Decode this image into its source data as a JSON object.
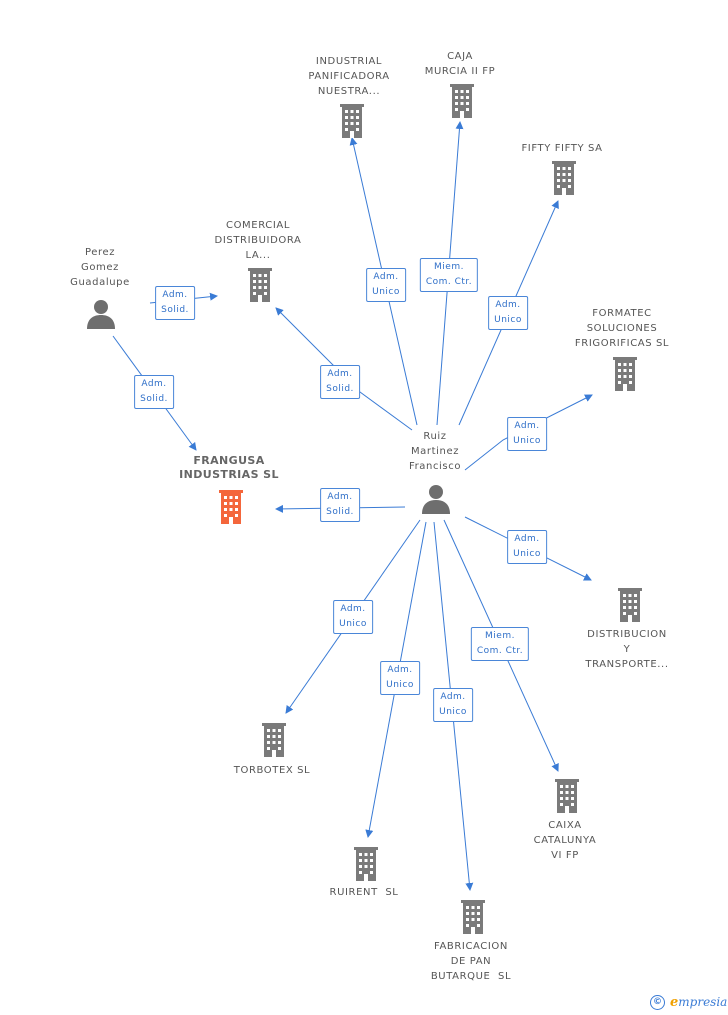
{
  "diagram": {
    "colors": {
      "company": "#7a7a7a",
      "main_company": "#f4663b",
      "person": "#6e6e6e",
      "edge": "#3a7bd5",
      "role_border": "#4a86d8"
    },
    "main_company": "FRANGUSA\nINDUSTRIAS SL",
    "persons": {
      "perez": "Perez\nGomez\nGuadalupe",
      "ruiz": "Ruiz\nMartinez\nFrancisco"
    },
    "companies": {
      "industrial": "INDUSTRIAL\nPANIFICADORA\nNUESTRA...",
      "caja": "CAJA\nMURCIA II FP",
      "fifty": "FIFTY FIFTY SA",
      "comercial": "COMERCIAL\nDISTRIBUIDORA\nLA...",
      "formatec": "FORMATEC\nSOLUCIONES\nFRIGORIFICAS SL",
      "distribucion": "DISTRIBUCION\nY\nTRANSPORTE...",
      "torbotex": "TORBOTEX SL",
      "caixa": "CAIXA\nCATALUNYA\nVI FP",
      "ruirent": "RUIRENT  SL",
      "fabricacion": "FABRICACION\nDE PAN\nBUTARQUE  SL"
    },
    "roles": {
      "perez_comercial": "Adm.\nSolid.",
      "perez_frangusa": "Adm.\nSolid.",
      "ruiz_industrial": "Adm.\nUnico",
      "ruiz_caja": "Miem.\nCom. Ctr.",
      "ruiz_fifty": "Adm.\nUnico",
      "ruiz_comercial": "Adm.\nSolid.",
      "ruiz_formatec": "Adm.\nUnico",
      "ruiz_frangusa": "Adm.\nSolid.",
      "ruiz_distribucion": "Adm.\nUnico",
      "ruiz_torbotex": "Adm.\nUnico",
      "ruiz_caixa": "Miem.\nCom. Ctr.",
      "ruiz_ruirent": "Adm.\nUnico",
      "ruiz_fabricacion": "Adm.\nUnico"
    }
  },
  "footer": {
    "copyright": "©",
    "brand_initial": "e",
    "brand_rest": "mpresia"
  }
}
